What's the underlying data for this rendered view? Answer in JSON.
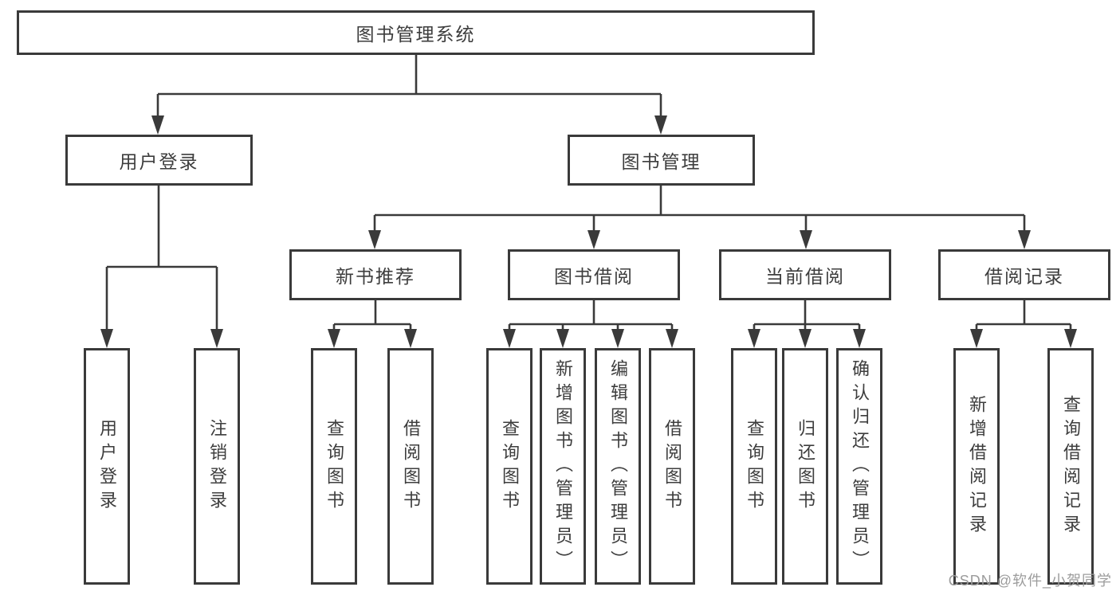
{
  "tree": {
    "root": {
      "label": "图书管理系统"
    },
    "branches": [
      {
        "label": "用户登录",
        "children": [
          {
            "label": "用户登录"
          },
          {
            "label": "注销登录"
          }
        ]
      },
      {
        "label": "图书管理",
        "children": [
          {
            "label": "新书推荐",
            "children": [
              {
                "label": "查询图书"
              },
              {
                "label": "借阅图书"
              }
            ]
          },
          {
            "label": "图书借阅",
            "children": [
              {
                "label": "查询图书"
              },
              {
                "label": "新增图书（管理员）"
              },
              {
                "label": "编辑图书（管理员）"
              },
              {
                "label": "借阅图书"
              }
            ]
          },
          {
            "label": "当前借阅",
            "children": [
              {
                "label": "查询图书"
              },
              {
                "label": "归还图书"
              },
              {
                "label": "确认归还（管理员）"
              }
            ]
          },
          {
            "label": "借阅记录",
            "children": [
              {
                "label": "新增借阅记录"
              },
              {
                "label": "查询借阅记录"
              }
            ]
          }
        ]
      }
    ]
  },
  "watermark": "CSDN @软件_小贺同学",
  "colors": {
    "line": "#3a3a3a",
    "text": "#3d3d3d",
    "background": "#ffffff",
    "watermark": "#9c9c9c"
  }
}
